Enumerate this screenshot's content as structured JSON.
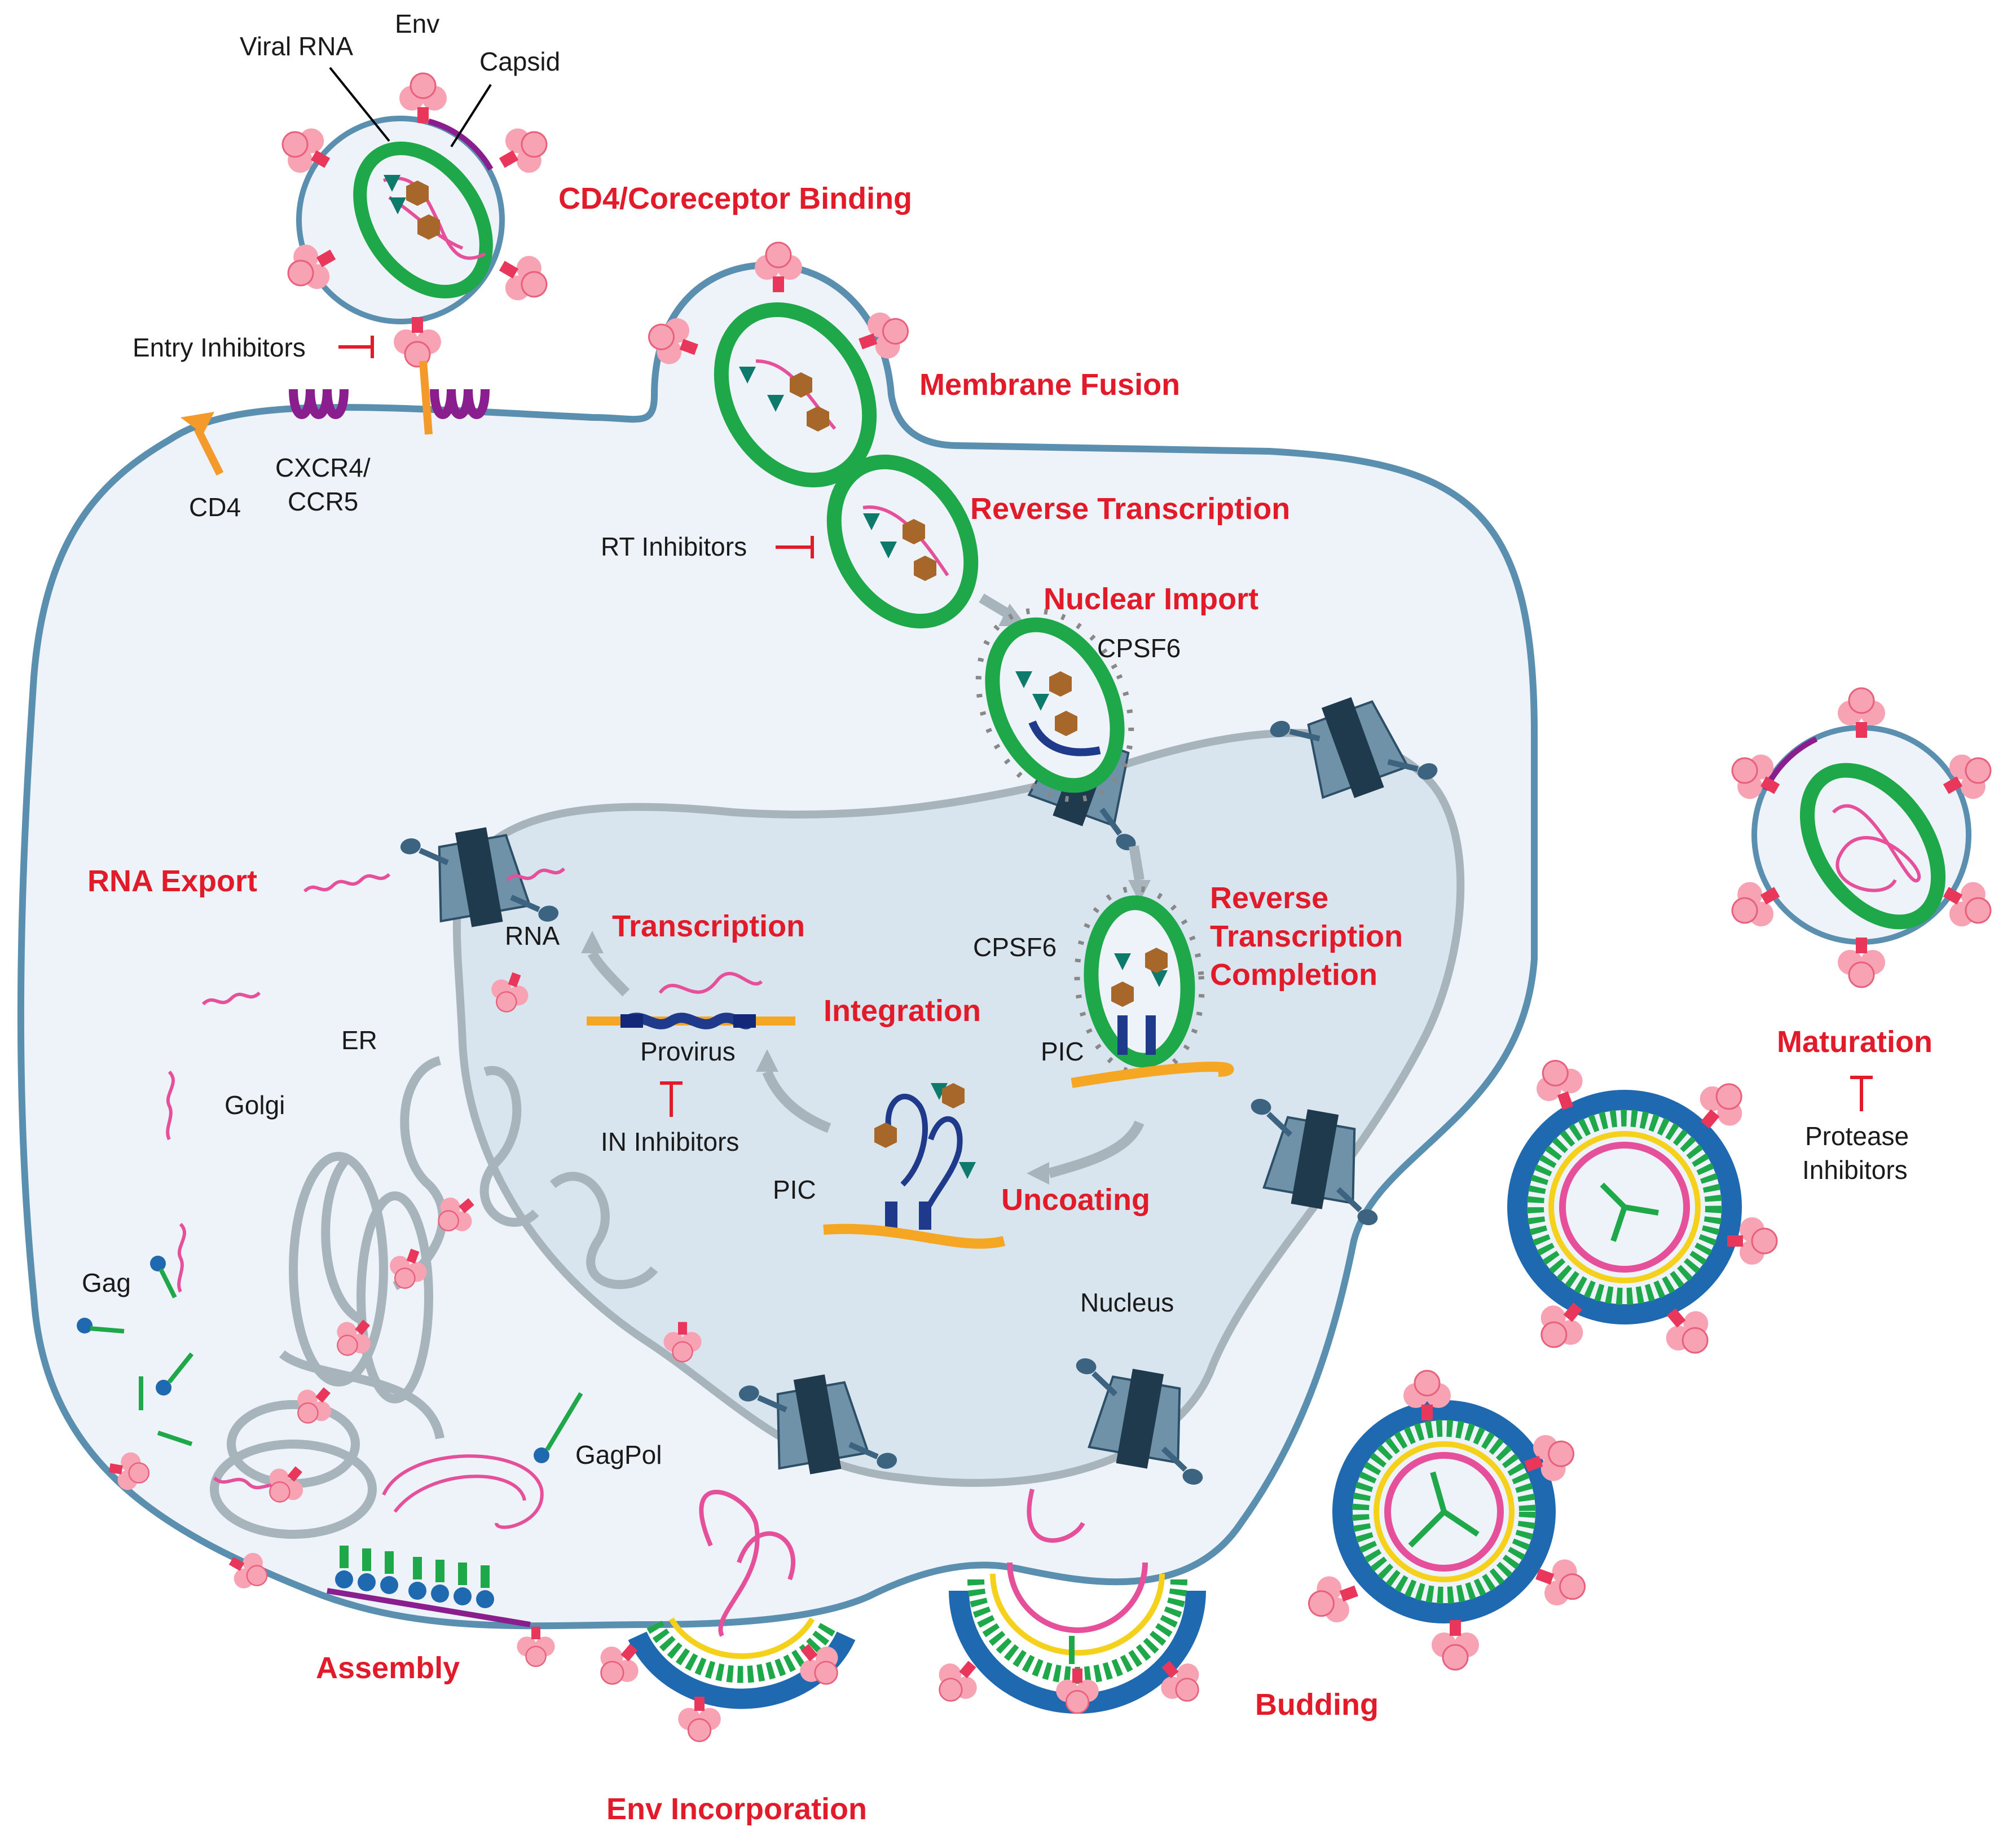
{
  "steps": {
    "cd4_binding": "CD4/Coreceptor Binding",
    "membrane_fusion": "Membrane Fusion",
    "reverse_transcription": "Reverse Transcription",
    "nuclear_import": "Nuclear Import",
    "rt_completion_1": "Reverse",
    "rt_completion_2": "Transcription",
    "rt_completion_3": "Completion",
    "uncoating": "Uncoating",
    "integration": "Integration",
    "transcription": "Transcription",
    "rna_export": "RNA Export",
    "assembly": "Assembly",
    "env_incorporation": "Env Incorporation",
    "budding": "Budding",
    "maturation": "Maturation"
  },
  "labels": {
    "viral_rna": "Viral RNA",
    "env": "Env",
    "capsid": "Capsid",
    "cd4": "CD4",
    "cxcr4": "CXCR4/",
    "ccr5": "CCR5",
    "cpsf6_top": "CPSF6",
    "cpsf6_mid": "CPSF6",
    "pic_1": "PIC",
    "pic_2": "PIC",
    "rna": "RNA",
    "provirus": "Provirus",
    "er": "ER",
    "golgi": "Golgi",
    "gag": "Gag",
    "gagpol": "GagPol",
    "nucleus": "Nucleus"
  },
  "inhibitors": {
    "entry": "Entry Inhibitors",
    "rt": "RT Inhibitors",
    "in": "IN Inhibitors",
    "protease_1": "Protease",
    "protease_2": "Inhibitors"
  },
  "colors": {
    "step_text": "#e21b2b",
    "membrane": "#5a8fb0",
    "cytoplasm": "#edf3f8",
    "nucleus_fill": "#d8e4ee",
    "nucleus_edge": "#a7b4bc",
    "capsid_green": "#1fa84a",
    "rna_pink": "#e64f9a",
    "env_pink": "#f4a0b0",
    "receptor_purple": "#8a1e8f",
    "cd4_orange": "#f39a2a",
    "pore": "#3c6480",
    "gag_blue": "#1f69b0"
  }
}
